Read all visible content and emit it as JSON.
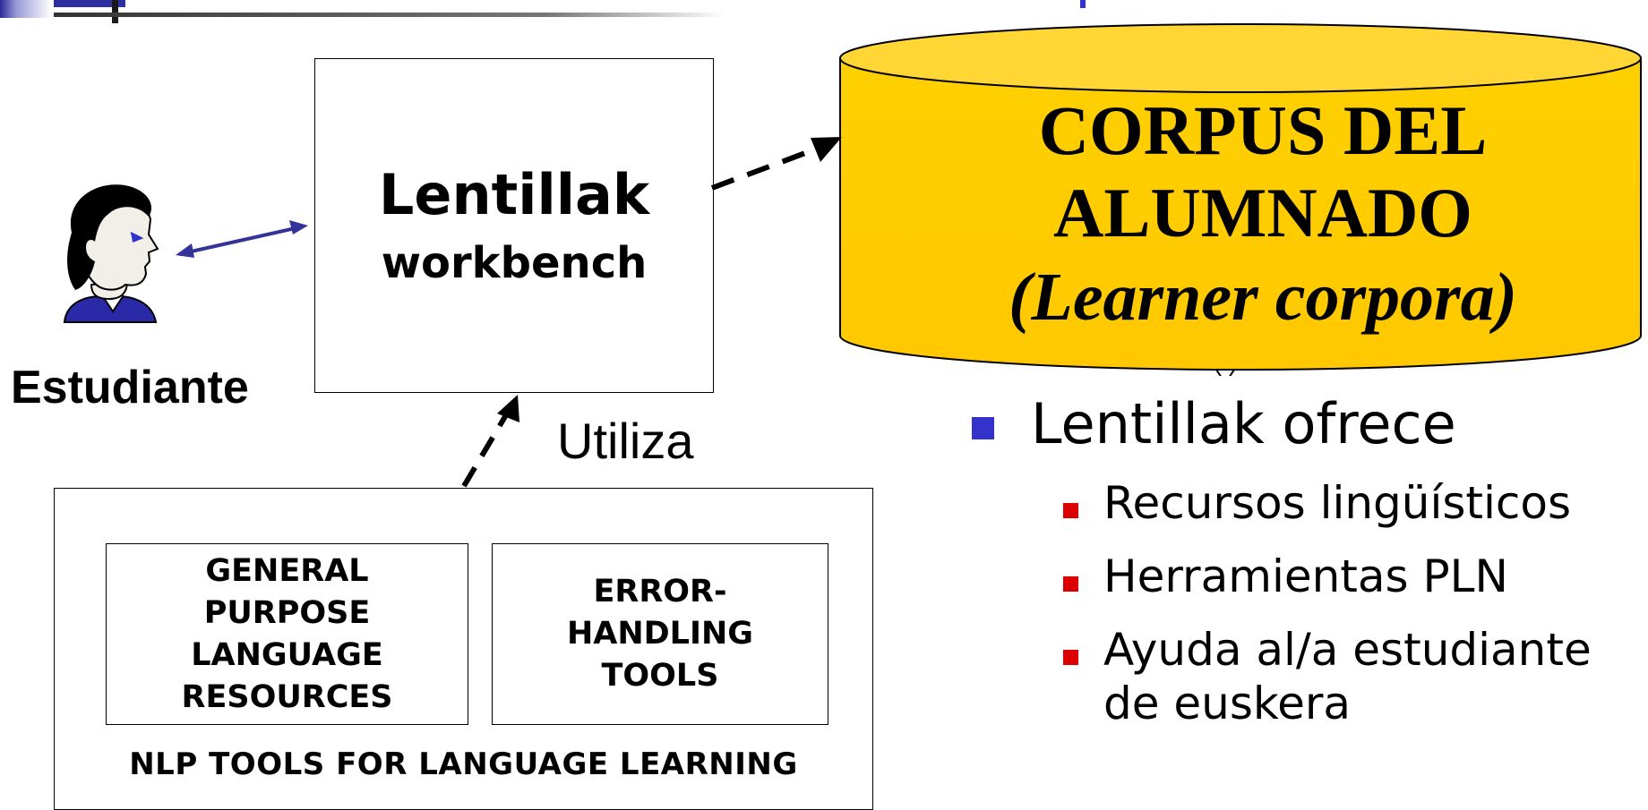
{
  "student": {
    "label": "Estudiante"
  },
  "workbench": {
    "title": "Lentillak",
    "subtitle": "workbench"
  },
  "uses_label": "Utiliza",
  "corpus": {
    "line1": "CORPUS DEL",
    "line2": "ALUMNADO",
    "line3": "(Learner corpora)",
    "fill_color": "#FFD000",
    "top_color": "#FFD633"
  },
  "nlp_tools": {
    "general_box": [
      "GENERAL",
      "PURPOSE",
      "LANGUAGE",
      "RESOURCES"
    ],
    "error_box": [
      "ERROR-",
      "HANDLING",
      "TOOLS"
    ],
    "label": "NLP TOOLS FOR LANGUAGE LEARNING"
  },
  "bullets": {
    "main": "Lentillak ofrece",
    "items": [
      {
        "line1": "Recursos lingüísticos",
        "line2": ""
      },
      {
        "line1": "Herramientas PLN",
        "line2": ""
      },
      {
        "line1": "Ayuda al/a estudiante",
        "line2": "de euskera"
      }
    ],
    "main_bullet_color": "#3333CC",
    "sub_bullet_color": "#DD0000"
  },
  "icons": {
    "student": "student-head-icon",
    "top_decoration": "slide-header-decoration"
  }
}
